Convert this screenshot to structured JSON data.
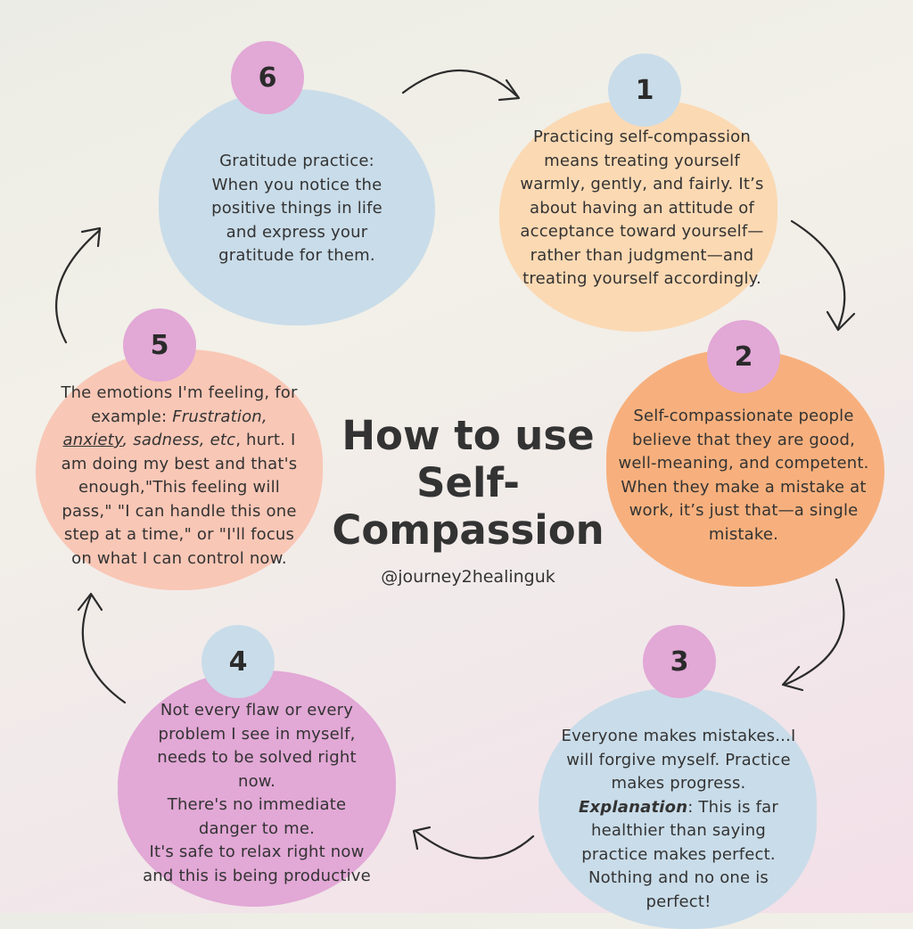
{
  "title": {
    "line1": "How to use",
    "line2": "Self-",
    "line3": "Compassion"
  },
  "handle": "@journey2healinguk",
  "steps": [
    {
      "number": "1",
      "lines": [
        "Practicing self-compassion",
        "means treating yourself",
        "warmly, gently, and fairly. It’s",
        "about having an attitude of",
        "acceptance toward yourself—",
        "rather than judgment—and",
        "treating yourself accordingly."
      ]
    },
    {
      "number": "2",
      "lines": [
        "Self-compassionate people",
        "believe that they are good,",
        "well-meaning, and competent.",
        "When they make a mistake at",
        "work, it’s just that—a single",
        "mistake."
      ]
    },
    {
      "number": "3",
      "lines": [
        "Everyone makes mistakes...I",
        "will forgive myself. Practice",
        "makes progress."
      ],
      "explanation_label": "Explanation",
      "explanation_lines": [
        ": This is far",
        "healthier than saying",
        "practice makes perfect.",
        "Nothing and no one is",
        "perfect!"
      ]
    },
    {
      "number": "4",
      "lines": [
        "Not every flaw or every",
        "problem I see in myself,",
        "needs to be solved right",
        "now.",
        "There's no immediate",
        "danger to me.",
        "It's safe to relax right now",
        "and this is being productive"
      ]
    },
    {
      "number": "5",
      "line1": "The emotions I'm feeling, for",
      "line2_prefix": "example: ",
      "emotion1": "Frustration,",
      "emotion2": "anxiety",
      "emotion3": ", sadness, etc",
      "line3_suffix": ", hurt. I",
      "lines_rest": [
        "am doing my best and that's",
        "enough,\"This feeling will",
        "pass,\" \"I can handle this one",
        "step at a time,\" or \"I'll focus",
        "on what I can control now."
      ]
    },
    {
      "number": "6",
      "lines": [
        "Gratitude practice:",
        "When you notice the",
        "positive things in life",
        "and express your",
        "gratitude for them."
      ]
    }
  ],
  "colors": {
    "blue": "#c9dce9",
    "peach": "#fbd9b3",
    "orange": "#f7b07d",
    "salmon": "#f9c7b6",
    "pink": "#e2a8d6",
    "badge_pink": "#e2a8d6",
    "badge_blue": "#c9dce9"
  }
}
